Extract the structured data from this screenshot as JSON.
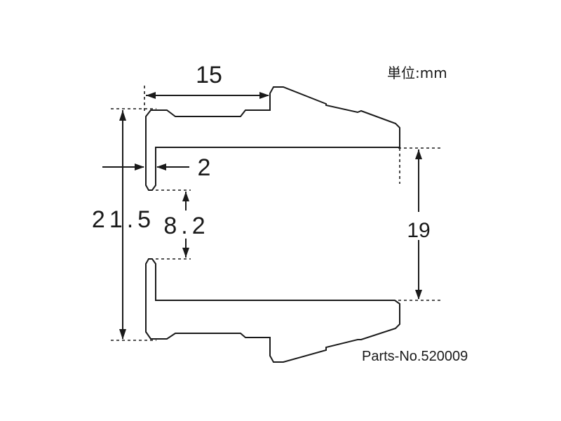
{
  "unit_note": "単位:mm",
  "part_number": "Parts-No.520009",
  "dimensions": {
    "flange_width": "15",
    "wall_thickness": "2",
    "total_height": "21.5",
    "opening_gap": "8.2",
    "inner_height": "19"
  },
  "colors": {
    "line": "#1a1a1a",
    "background": "#ffffff"
  }
}
